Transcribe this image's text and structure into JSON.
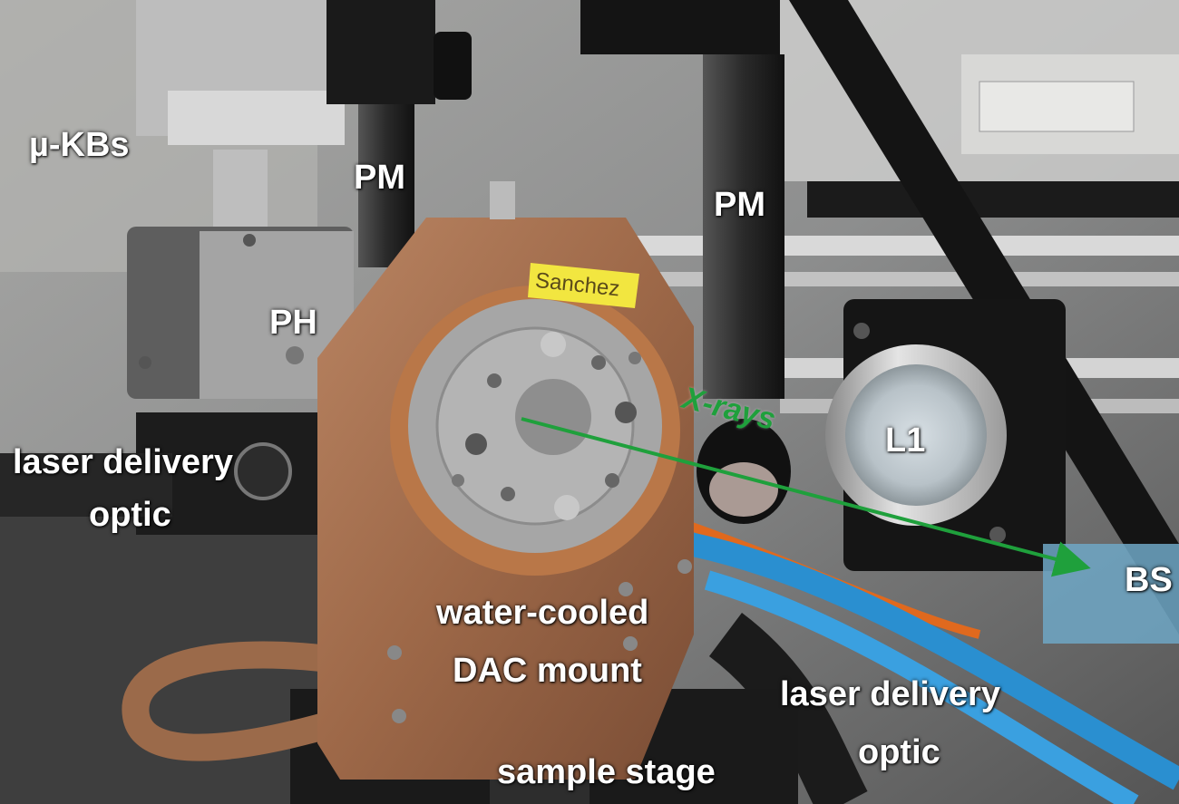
{
  "labels": {
    "kbs": "µ-KBs",
    "pm_left": "PM",
    "pm_right": "PM",
    "ph": "PH",
    "laser_left_1": "laser delivery",
    "laser_left_2": "optic",
    "xrays": "X-rays",
    "l1": "L1",
    "bs": "BS",
    "dac_1": "water-cooled",
    "dac_2": "DAC mount",
    "laser_right_1": "laser delivery",
    "laser_right_2": "optic",
    "stage": "sample stage"
  },
  "sticker_text": "Sanchez",
  "colors": {
    "label_text": "#ffffff",
    "xray_arrow": "#1fa03c",
    "copper": "#a8704a",
    "dark_metal": "#1e1e1e",
    "aluminum": "#c8c8c8",
    "blue_hose": "#2a8fd0",
    "orange_hose": "#e0691e"
  }
}
